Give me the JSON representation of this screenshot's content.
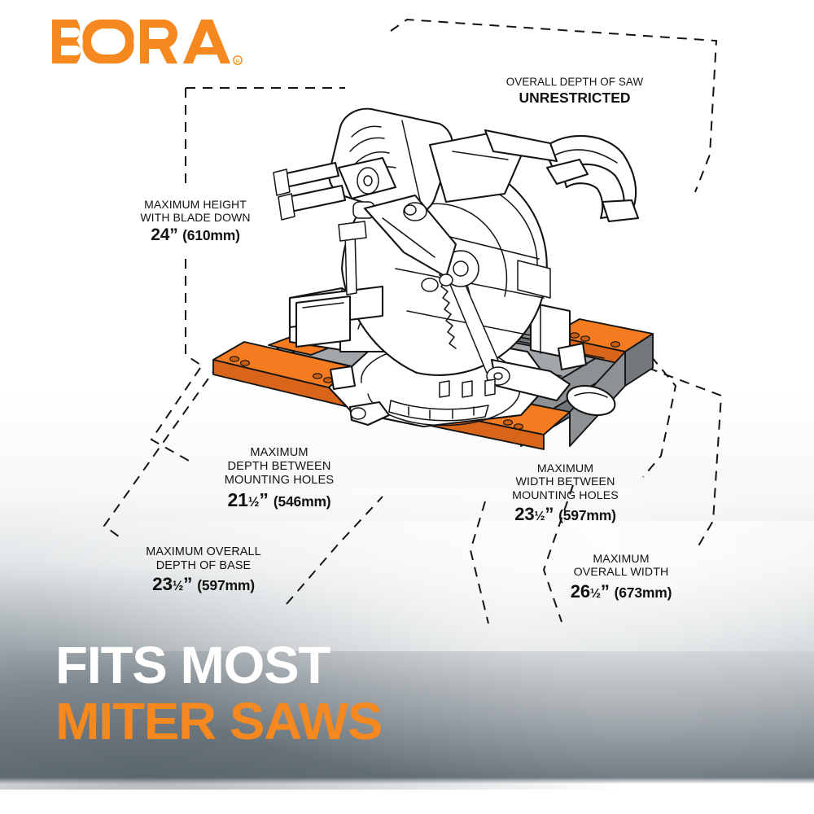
{
  "brand": {
    "name": "BORA",
    "trademark": "®",
    "color": "#F5881F"
  },
  "colors": {
    "orange": "#F5881F",
    "rail_orange": "#F47B20",
    "table_gray": "#8d9194",
    "line_black": "#141414",
    "headline_white": "#ffffff"
  },
  "callouts": [
    {
      "id": "depth-of-saw",
      "lines": [
        "OVERALL DEPTH OF SAW"
      ],
      "emphasis": "UNRESTRICTED",
      "value": null
    },
    {
      "id": "max-height-blade-down",
      "lines": [
        "MAXIMUM HEIGHT",
        "WITH BLADE DOWN"
      ],
      "value_whole": "24",
      "value_fraction": "",
      "value_unit": "”",
      "value_metric": "(610mm)"
    },
    {
      "id": "max-depth-between-mounting-holes",
      "lines": [
        "MAXIMUM",
        "DEPTH BETWEEN",
        "MOUNTING HOLES"
      ],
      "value_whole": "21",
      "value_fraction": "½",
      "value_unit": "”",
      "value_metric": "(546mm)"
    },
    {
      "id": "max-overall-depth-of-base",
      "lines": [
        "MAXIMUM OVERALL",
        "DEPTH OF BASE"
      ],
      "value_whole": "23",
      "value_fraction": "½",
      "value_unit": "”",
      "value_metric": "(597mm)"
    },
    {
      "id": "max-width-between-mounting-holes",
      "lines": [
        "MAXIMUM",
        "WIDTH BETWEEN",
        "MOUNTING HOLES"
      ],
      "value_whole": "23",
      "value_fraction": "½",
      "value_unit": "”",
      "value_metric": "(597mm)"
    },
    {
      "id": "max-overall-width",
      "lines": [
        "MAXIMUM",
        "OVERALL WIDTH"
      ],
      "value_whole": "26",
      "value_fraction": "½",
      "value_unit": "”",
      "value_metric": "(673mm)"
    }
  ],
  "labels": {
    "depth_saw_l1": "OVERALL DEPTH OF SAW",
    "depth_saw_l2": "UNRESTRICTED",
    "max_height_l1": "MAXIMUM HEIGHT",
    "max_height_l2": "WITH BLADE DOWN",
    "max_height_whole": "24",
    "max_height_frac": "",
    "max_height_in": "”",
    "max_height_mm": "(610mm)",
    "depth_holes_l1": "MAXIMUM",
    "depth_holes_l2": "DEPTH BETWEEN",
    "depth_holes_l3": "MOUNTING HOLES",
    "depth_holes_whole": "21",
    "depth_holes_frac": "½",
    "depth_holes_in": "”",
    "depth_holes_mm": "(546mm)",
    "overall_depth_l1": "MAXIMUM OVERALL",
    "overall_depth_l2": "DEPTH OF BASE",
    "overall_depth_whole": "23",
    "overall_depth_frac": "½",
    "overall_depth_in": "”",
    "overall_depth_mm": "(597mm)",
    "width_holes_l1": "MAXIMUM",
    "width_holes_l2": "WIDTH BETWEEN",
    "width_holes_l3": "MOUNTING HOLES",
    "width_holes_whole": "23",
    "width_holes_frac": "½",
    "width_holes_in": "”",
    "width_holes_mm": "(597mm)",
    "overall_width_l1": "MAXIMUM",
    "overall_width_l2": "OVERALL WIDTH",
    "overall_width_whole": "26",
    "overall_width_frac": "½",
    "overall_width_in": "”",
    "overall_width_mm": "(673mm)"
  },
  "headline": {
    "line1": "FITS MOST",
    "line2": "MITER SAWS"
  },
  "illustration": {
    "subject": "miter-saw-on-bora-portamate-stand",
    "style": "black-line-art",
    "stand_rail_color": "#F47B20",
    "stand_table_color": "#8d9194"
  }
}
